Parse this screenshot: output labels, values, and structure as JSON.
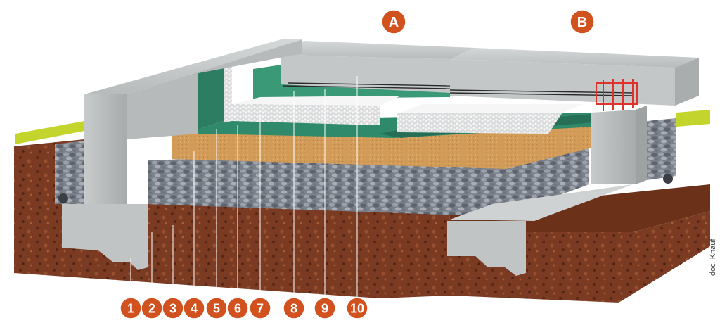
{
  "sections": [
    {
      "id": "A",
      "label": "A"
    },
    {
      "id": "B",
      "label": "B"
    }
  ],
  "callouts": [
    {
      "label": "1"
    },
    {
      "label": "2"
    },
    {
      "label": "3"
    },
    {
      "label": "4"
    },
    {
      "label": "5"
    },
    {
      "label": "6"
    },
    {
      "label": "7"
    },
    {
      "label": "8"
    },
    {
      "label": "9"
    },
    {
      "label": "10"
    }
  ],
  "credit": "doc. Knauf",
  "colors": {
    "badge": "#d2521f",
    "concrete": "#bfc3c3",
    "soil": "#7a3a22",
    "sand": "#d49a55",
    "gravel": "#7f8690",
    "membrane": "#2f8a6b",
    "insulation": "#f4f4f4",
    "grass": "#c7d92a",
    "rebar": "#e0322a"
  }
}
